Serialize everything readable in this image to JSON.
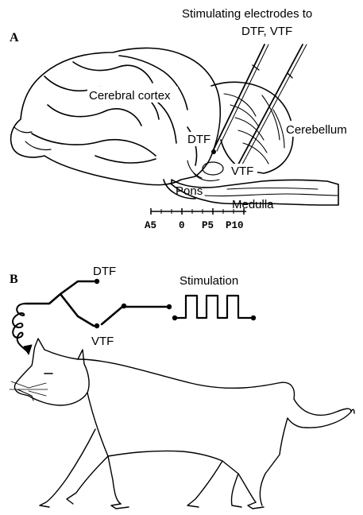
{
  "panel_a": {
    "letter": "A",
    "title_line1": "Stimulating electrodes to",
    "title_line2": "DTF, VTF",
    "labels": {
      "cortex": "Cerebral cortex",
      "cerebellum": "Cerebellum",
      "dtf": "DTF",
      "vtf": "VTF",
      "pons": "Pons",
      "medulla": "Medulla"
    },
    "scale_ticks": [
      "A5",
      "0",
      "P5",
      "P10"
    ]
  },
  "panel_b": {
    "letter": "B",
    "dtf": "DTF",
    "vtf": "VTF",
    "stimulation": "Stimulation"
  }
}
